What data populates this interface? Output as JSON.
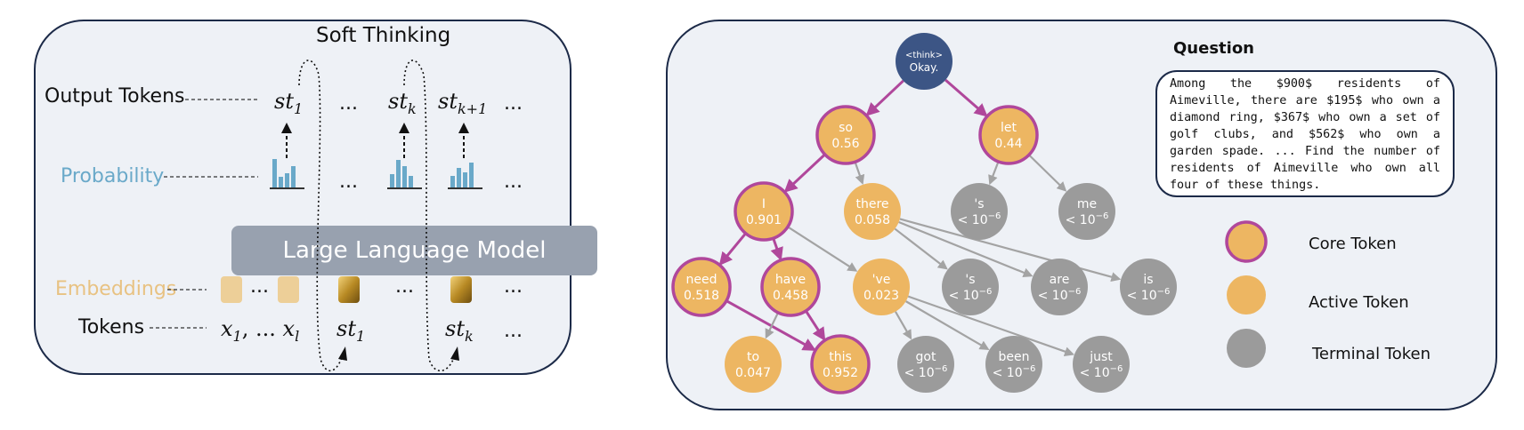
{
  "left_panel": {
    "title": "Soft Thinking",
    "row_labels": {
      "output_tokens": "Output Tokens",
      "probability": "Probability",
      "embeddings": "Embeddings",
      "tokens": "Tokens"
    },
    "model_label": "Large Language Model",
    "ellipsis": "...",
    "output_token_labels": [
      {
        "base": "st",
        "sub": "1"
      },
      {
        "base": "st",
        "sub": "k"
      },
      {
        "base": "st",
        "sub": "k+1"
      }
    ],
    "input_token_labels": {
      "prompt": {
        "base1": "x",
        "sub1": "1",
        "mid": ", ... ",
        "base2": "x",
        "sub2": "l"
      },
      "st1": {
        "base": "st",
        "sub": "1"
      },
      "stk": {
        "base": "st",
        "sub": "k"
      }
    }
  },
  "right_panel": {
    "question_title": "Question",
    "question_text": "Among the $900$ residents of Aimeville, there are $195$ who own a diamond ring, $367$ who own a set of golf clubs, and $562$ who own a garden spade. ... Find the number of residents of Aimeville who own all four of these things.",
    "root": {
      "line1": "<think>",
      "line2": "Okay."
    },
    "nodes": [
      {
        "id": "so",
        "word": "so",
        "prob": "0.56",
        "kind": "core"
      },
      {
        "id": "let",
        "word": "let",
        "prob": "0.44",
        "kind": "core"
      },
      {
        "id": "I",
        "word": "I",
        "prob": "0.901",
        "kind": "core"
      },
      {
        "id": "there",
        "word": "there",
        "prob": "0.058",
        "kind": "active"
      },
      {
        "id": "s1",
        "word": "'s",
        "prob": "< 10^-6",
        "kind": "terminal"
      },
      {
        "id": "me",
        "word": "me",
        "prob": "< 10^-6",
        "kind": "terminal"
      },
      {
        "id": "need",
        "word": "need",
        "prob": "0.518",
        "kind": "core"
      },
      {
        "id": "have",
        "word": "have",
        "prob": "0.458",
        "kind": "core"
      },
      {
        "id": "ve",
        "word": "'ve",
        "prob": "0.023",
        "kind": "active"
      },
      {
        "id": "s2",
        "word": "'s",
        "prob": "< 10^-6",
        "kind": "terminal"
      },
      {
        "id": "are",
        "word": "are",
        "prob": "< 10^-6",
        "kind": "terminal"
      },
      {
        "id": "is",
        "word": "is",
        "prob": "< 10^-6",
        "kind": "terminal"
      },
      {
        "id": "to",
        "word": "to",
        "prob": "0.047",
        "kind": "active"
      },
      {
        "id": "this",
        "word": "this",
        "prob": "0.952",
        "kind": "core"
      },
      {
        "id": "got",
        "word": "got",
        "prob": "< 10^-6",
        "kind": "terminal"
      },
      {
        "id": "been",
        "word": "been",
        "prob": "< 10^-6",
        "kind": "terminal"
      },
      {
        "id": "just",
        "word": "just",
        "prob": "< 10^-6",
        "kind": "terminal"
      }
    ],
    "legend": [
      {
        "kind": "core",
        "label": "Core Token"
      },
      {
        "kind": "active",
        "label": "Active Token"
      },
      {
        "kind": "terminal",
        "label": "Terminal Token"
      }
    ]
  },
  "colors": {
    "core_fill": "#EDB662",
    "core_stroke": "#B0479B",
    "active_fill": "#EDB662",
    "terminal_fill": "#9B9B9B",
    "root_fill": "#3C5585",
    "core_edge": "#B0479B",
    "gray_edge": "#A3A3A3",
    "probability_label": "#6AA9C9",
    "probability_bar": "#6AA9C9",
    "embedding_label": "#E8C282",
    "embedding_soft": "#EDCF98",
    "embedding_gold": "#B88A24",
    "model_box": "#98A1AF",
    "panel_bg": "#EEF1F6",
    "panel_border": "#1C2A48"
  }
}
